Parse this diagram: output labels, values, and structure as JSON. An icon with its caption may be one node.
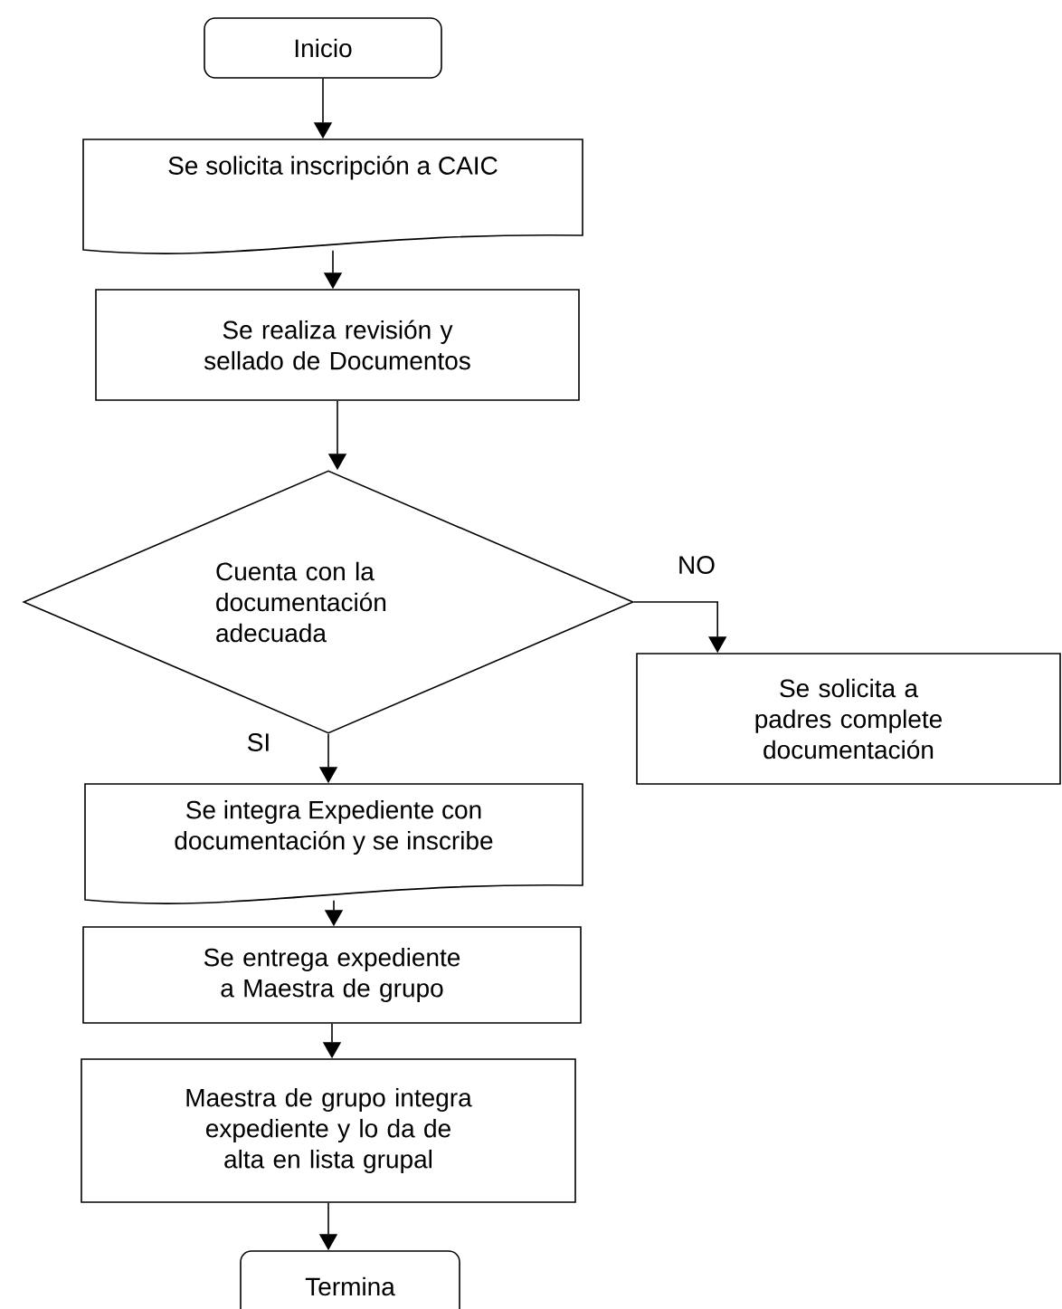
{
  "diagram": {
    "nodes": [
      {
        "text": [
          "Inicio"
        ]
      },
      {
        "text": [
          "Se solicita inscripción a CAIC"
        ]
      },
      {
        "text": [
          "Se realiza revisión y sellado de Documentos"
        ]
      },
      {
        "text": [
          "Cuenta con la documentación adecuada"
        ]
      },
      {
        "text": [
          "Se solicita a padres complete documentación"
        ]
      },
      {
        "text": [
          "Se integra Expediente con documentación y se inscribe"
        ]
      },
      {
        "text": [
          "Se entrega expediente a Maestra de grupo"
        ]
      },
      {
        "text": [
          "Maestra de grupo integra expediente y lo da de alta en lista grupal"
        ]
      },
      {
        "text": [
          "Termina"
        ]
      }
    ],
    "edges": [
      {
        "from": 0,
        "to": 1,
        "arrow": "to"
      },
      {
        "from": 1,
        "to": 2,
        "arrow": "to"
      },
      {
        "from": 2,
        "to": 3,
        "arrow": "to"
      },
      {
        "from": 3,
        "to": 4,
        "arrow": "to",
        "label": "NO"
      },
      {
        "from": 3,
        "to": 5,
        "arrow": "to",
        "label": "SI"
      },
      {
        "from": 5,
        "to": 6,
        "arrow": "to"
      },
      {
        "from": 6,
        "to": 7,
        "arrow": "to"
      },
      {
        "from": 7,
        "to": 8,
        "arrow": "to"
      }
    ]
  }
}
